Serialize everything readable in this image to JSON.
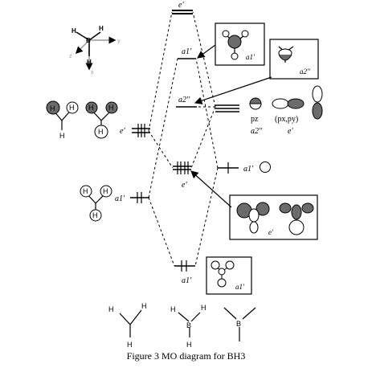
{
  "levels": {
    "top_e": "e'",
    "a1_star": "a1'",
    "a2_nb": "a2''",
    "mid_e": "e'",
    "bottom_a1": "a1'",
    "lig_e": "e'",
    "lig_a1": "a1'",
    "b_a1": "a1'"
  },
  "boron_orbitals": {
    "pz": "pz",
    "pz_sym": "a2''",
    "pxpy": "(px,py)",
    "pxpy_sym": "e'"
  },
  "boxes": {
    "a1_star_label": "a1'",
    "a2_label": "a2''",
    "e_label": "e'",
    "a1_bond_label": "a1'"
  },
  "atoms": {
    "H": "H",
    "B": "B"
  },
  "axes": {
    "x": "x",
    "y": "y",
    "z": "z"
  },
  "caption": "Figure 3 MO diagram for BH3",
  "colors": {
    "line": "#000000",
    "fill_dark": "#6b6b6b",
    "background": "#ffffff"
  }
}
